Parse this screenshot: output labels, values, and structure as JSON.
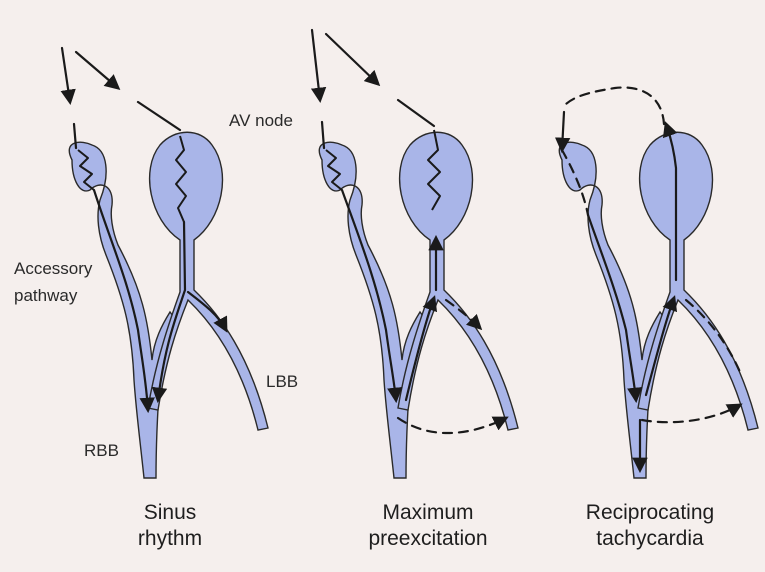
{
  "labels": {
    "av_node": "AV node",
    "accessory_line1": "Accessory",
    "accessory_line2": "pathway",
    "lbb": "LBB",
    "rbb": "RBB"
  },
  "panels": [
    {
      "caption_line1": "Sinus",
      "caption_line2": "rhythm"
    },
    {
      "caption_line1": "Maximum",
      "caption_line2": "preexcitation"
    },
    {
      "caption_line1": "Reciprocating",
      "caption_line2": "tachycardia"
    }
  ],
  "colors": {
    "background": "#f5efed",
    "tissue": "#a9b5e8",
    "conduction_line": "#1a1a1a"
  }
}
